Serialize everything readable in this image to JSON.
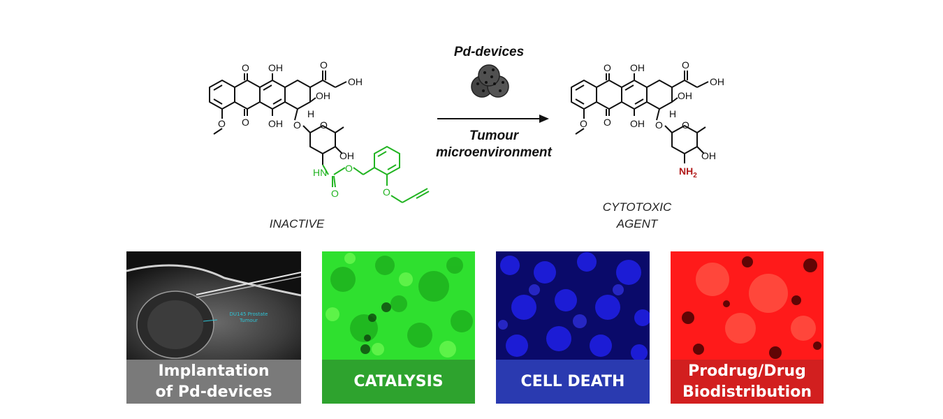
{
  "scheme": {
    "arrow_top_label": "Pd-devices",
    "arrow_bottom_label_1": "Tumour",
    "arrow_bottom_label_2": "microenvironment",
    "left_label": "INACTIVE",
    "right_label_1": "CYTOTOXIC",
    "right_label_2": "AGENT",
    "left_molecule": {
      "atoms": [
        "O",
        "OH",
        "O",
        "OH",
        "OH",
        "O",
        "OH",
        "H",
        "O",
        "O",
        "OH",
        "HN",
        "O",
        "O",
        "O"
      ],
      "colors": {
        "bond": "#111111",
        "prodrug": "#22b422"
      }
    },
    "right_molecule": {
      "atoms": [
        "O",
        "OH",
        "O",
        "OH",
        "OH",
        "O",
        "OH",
        "H",
        "O",
        "O",
        "OH",
        "NH2"
      ],
      "colors": {
        "bond": "#111111",
        "amine": "#b01818"
      }
    },
    "device_color": "#555555"
  },
  "panels": [
    {
      "id": "implantation",
      "caption_1": "Implantation",
      "caption_2": "of Pd-devices",
      "caption_color": "#7a7a7a",
      "image_text_1": "DU145 Prostate",
      "image_text_2": "Tumour"
    },
    {
      "id": "catalysis",
      "caption_1": "CATALYSIS",
      "caption_color": "#2ea32e",
      "image_color": "#2fe02f"
    },
    {
      "id": "cell-death",
      "caption_1": "CELL DEATH",
      "caption_color": "#2a3ab0",
      "image_color": "#1a1ad8"
    },
    {
      "id": "biodistribution",
      "caption_1": "Prodrug/Drug",
      "caption_2": "Biodistribution",
      "caption_color": "#d21f1f",
      "image_color": "#ff1a1a"
    }
  ]
}
